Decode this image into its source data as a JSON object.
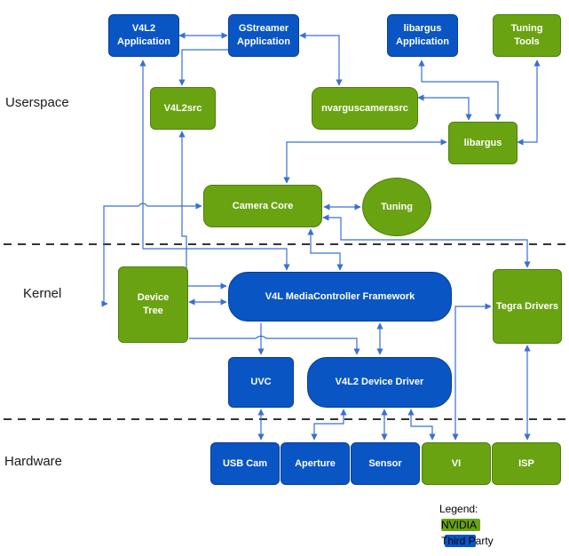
{
  "sections": {
    "userspace": "Userspace",
    "kernel": "Kernel",
    "hardware": "Hardware"
  },
  "nodes": {
    "v4l2_application": "V4L2\nApplication",
    "gstreamer_application": "GStreamer\nApplication",
    "libargus_application": "libargus\nApplication",
    "tuning_tools": "Tuning\nTools",
    "v4l2src": "V4L2src",
    "nvarguscamerasrc": "nvarguscamerasrc",
    "libargus": "libargus",
    "camera_core": "Camera Core",
    "tuning": "Tuning",
    "device_tree": "Device\nTree",
    "v4l_mediacontroller_framework": "V4L MediaController Framework",
    "tegra_drivers": "Tegra Drivers",
    "uvc": "UVC",
    "v4l2_device_driver": "V4L2 Device Driver",
    "usb_cam": "USB Cam",
    "aperture": "Aperture",
    "sensor": "Sensor",
    "vi": "VI",
    "isp": "ISP"
  },
  "colors": {
    "nvidia": "#6aa312",
    "third_party": "#0a55c4",
    "connector": "#3b6fd4"
  },
  "legend": {
    "title": "Legend:",
    "nvidia": "NVIDIA",
    "third_party": "Third Party"
  }
}
